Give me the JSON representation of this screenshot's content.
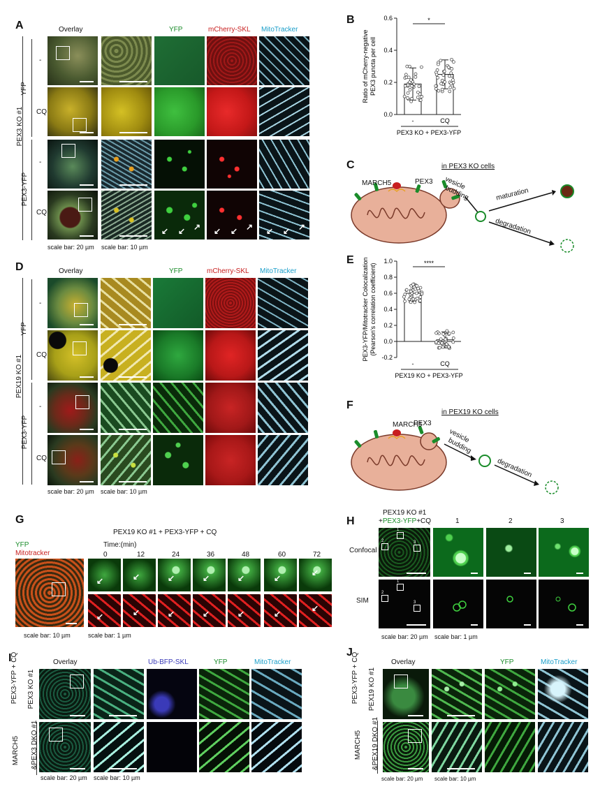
{
  "panel_letters": {
    "A": "A",
    "B": "B",
    "C": "C",
    "D": "D",
    "E": "E",
    "F": "F",
    "G": "G",
    "H": "H",
    "I": "I",
    "J": "J"
  },
  "panelA": {
    "col_headers": [
      "Overlay",
      "YFP",
      "mCherry-SKL",
      "MitoTracker"
    ],
    "outer_label": "PEX3 KO #1",
    "group_labels": [
      "YFP",
      "PEX3-YFP"
    ],
    "row_labels": [
      "-",
      "CQ",
      "-",
      "CQ"
    ],
    "scalebar_1": "scale bar: 20 µm",
    "scalebar_2": "scale bar: 10 µm"
  },
  "panelB": {
    "ylabel_line1": "Ratio of mCherry-negative",
    "ylabel_line2": "PEX3 puncta per cell",
    "yticks": [
      "0.6",
      "0.4",
      "0.2",
      "0.0"
    ],
    "xticks": [
      "-",
      "CQ"
    ],
    "group": "PEX3 KO + PEX3-YFP",
    "significance": "*"
  },
  "panelC": {
    "title": "in PEX3 KO cells",
    "march5": "MARCH5",
    "pex3": "PEX3",
    "vesicle1": "vesicle",
    "vesicle2": "budding",
    "maturation": "maturation",
    "degradation": "degradation"
  },
  "panelD": {
    "col_headers": [
      "Overlay",
      "YFP",
      "mCherry-SKL",
      "MitoTracker"
    ],
    "outer_label": "PEX19 KO #1",
    "group_labels": [
      "YFP",
      "PEX3-YFP"
    ],
    "row_labels": [
      "-",
      "CQ",
      "-",
      "CQ"
    ],
    "scalebar_1": "scale bar: 20 µm",
    "scalebar_2": "scale bar: 10 µm"
  },
  "panelE": {
    "ylabel_line1": "PEX3-YFP/Mitotracker Colocalization",
    "ylabel_line2": "(Pearson's correlation coefficient)",
    "yticks": [
      "1.0",
      "0.8",
      "0.6",
      "0.4",
      "0.2",
      "0.0",
      "-0.2"
    ],
    "xticks": [
      "-",
      "CQ"
    ],
    "group": "PEX19 KO + PEX3-YFP",
    "significance": "****"
  },
  "panelF": {
    "title": "in PEX19 KO cells",
    "march5": "MARCH5",
    "pex3": "PEX3",
    "vesicle1": "vesicle",
    "vesicle2": "budding",
    "degradation": "degradation"
  },
  "panelG": {
    "title": "PEX19 KO #1 + PEX3-YFP + CQ",
    "yfp": "YFP",
    "mitotracker": "Mitotracker",
    "time_label": "Time:(min)",
    "times": [
      "0",
      "12",
      "24",
      "36",
      "48",
      "60",
      "72"
    ],
    "scalebar_1": "scale bar: 10 µm",
    "scalebar_2": "scale bar: 1 µm"
  },
  "panelH": {
    "title_line1": "PEX19 KO #1",
    "title_plus": "+",
    "title_pex3yfp": "PEX3-YFP",
    "title_cq": "+CQ",
    "cols": [
      "1",
      "2",
      "3"
    ],
    "rows": [
      "Confocal",
      "SIM"
    ],
    "box_labels": [
      "1",
      "2",
      "3"
    ],
    "scalebar_1": "scale bar: 20 µm",
    "scalebar_2": "scale bar: 1 µm"
  },
  "panelI": {
    "col_headers": [
      "Overlay",
      "Ub-BFP-SKL",
      "YFP",
      "MitoTracker"
    ],
    "side_label": "PEX3-YFP + CQ",
    "row1": "PEX3 KO #1",
    "row2_line1": "MARCH5",
    "row2_line2": "&PEX3 DKO #1",
    "scalebar_1": "scale bar: 20 µm",
    "scalebar_2": "scale bar: 10 µm"
  },
  "panelJ": {
    "col_headers": [
      "Overlay",
      "YFP",
      "MitoTracker"
    ],
    "side_label": "PEX3-YFP + CQ",
    "row1": "PEX19 KO #1",
    "row2_line1": "MARCH5",
    "row2_line2": "&PEX19 DKO #1",
    "scalebar_1": "scale bar: 20 µm",
    "scalebar_2": "scale bar: 10 µm"
  },
  "colors": {
    "yfp": "#1a8c2a",
    "mcherry": "#c81e1e",
    "mito": "#1a9ec9",
    "bfp": "#3a3ab8"
  },
  "chart_data": [
    {
      "type": "bar",
      "categories": [
        "-",
        "CQ"
      ],
      "values": [
        0.19,
        0.25
      ],
      "errors": [
        0.1,
        0.09
      ],
      "xlabel": "PEX3 KO + PEX3-YFP",
      "ylabel": "Ratio of mCherry-negative PEX3 puncta per cell",
      "ylim": [
        0,
        0.6
      ]
    },
    {
      "type": "bar",
      "categories": [
        "-",
        "CQ"
      ],
      "values": [
        0.6,
        0.02
      ],
      "errors": [
        0.1,
        0.1
      ],
      "xlabel": "PEX19 KO + PEX3-YFP",
      "ylabel": "PEX3-YFP/Mitotracker Colocalization (Pearson's correlation coefficient)",
      "ylim": [
        -0.2,
        1.0
      ]
    }
  ]
}
